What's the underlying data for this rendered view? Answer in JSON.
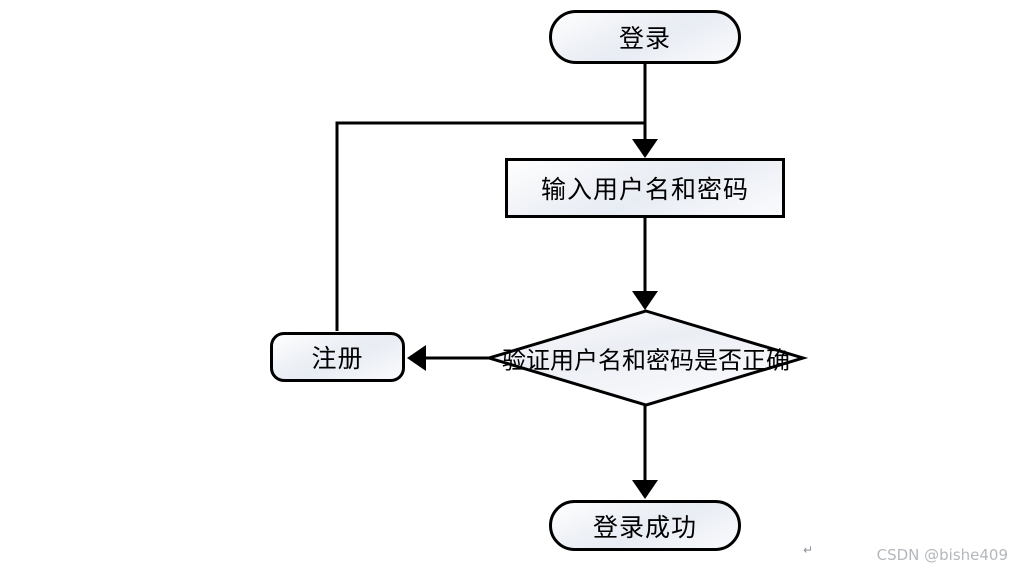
{
  "diagram": {
    "type": "flowchart",
    "nodes": {
      "login": {
        "label": "登录",
        "shape": "terminator"
      },
      "input": {
        "label": "输入用户名和密码",
        "shape": "process"
      },
      "verify": {
        "label": "验证用户名和密码是否正确",
        "shape": "decision"
      },
      "register": {
        "label": "注册",
        "shape": "terminator"
      },
      "success": {
        "label": "登录成功",
        "shape": "terminator"
      }
    },
    "edges": [
      {
        "from": "login",
        "to": "input",
        "style": "arrow-down"
      },
      {
        "from": "input",
        "to": "verify",
        "style": "arrow-down"
      },
      {
        "from": "verify",
        "to": "register",
        "style": "arrow-left"
      },
      {
        "from": "verify",
        "to": "success",
        "style": "arrow-down"
      },
      {
        "from": "register",
        "to": "input",
        "style": "elbow-up-right-no-head"
      }
    ],
    "colors": {
      "stroke": "#000000",
      "node_fill_top": "#ffffff",
      "node_fill_shade": "#e8ecf3",
      "background": "#ffffff",
      "watermark": "#b4b8bc"
    }
  },
  "watermark": {
    "text": "CSDN @bishe409"
  },
  "paragraph_mark": "↵"
}
